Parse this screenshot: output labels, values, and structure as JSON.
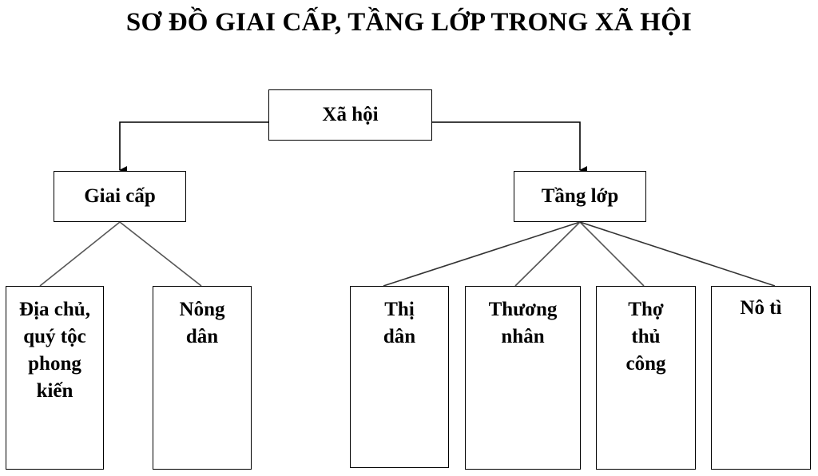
{
  "diagram": {
    "title": "SƠ ĐỒ GIAI CẤP, TẦNG LỚP TRONG XÃ HỘI",
    "root": {
      "label": "Xã hội"
    },
    "branches": [
      {
        "label": "Giai cấp",
        "children": [
          "Địa chủ, quý tộc phong kiến",
          "Nông dân"
        ]
      },
      {
        "label": "Tầng lớp",
        "children": [
          "Thị dân",
          "Thương nhân",
          "Thợ thủ công",
          "Nô tì"
        ]
      }
    ]
  }
}
